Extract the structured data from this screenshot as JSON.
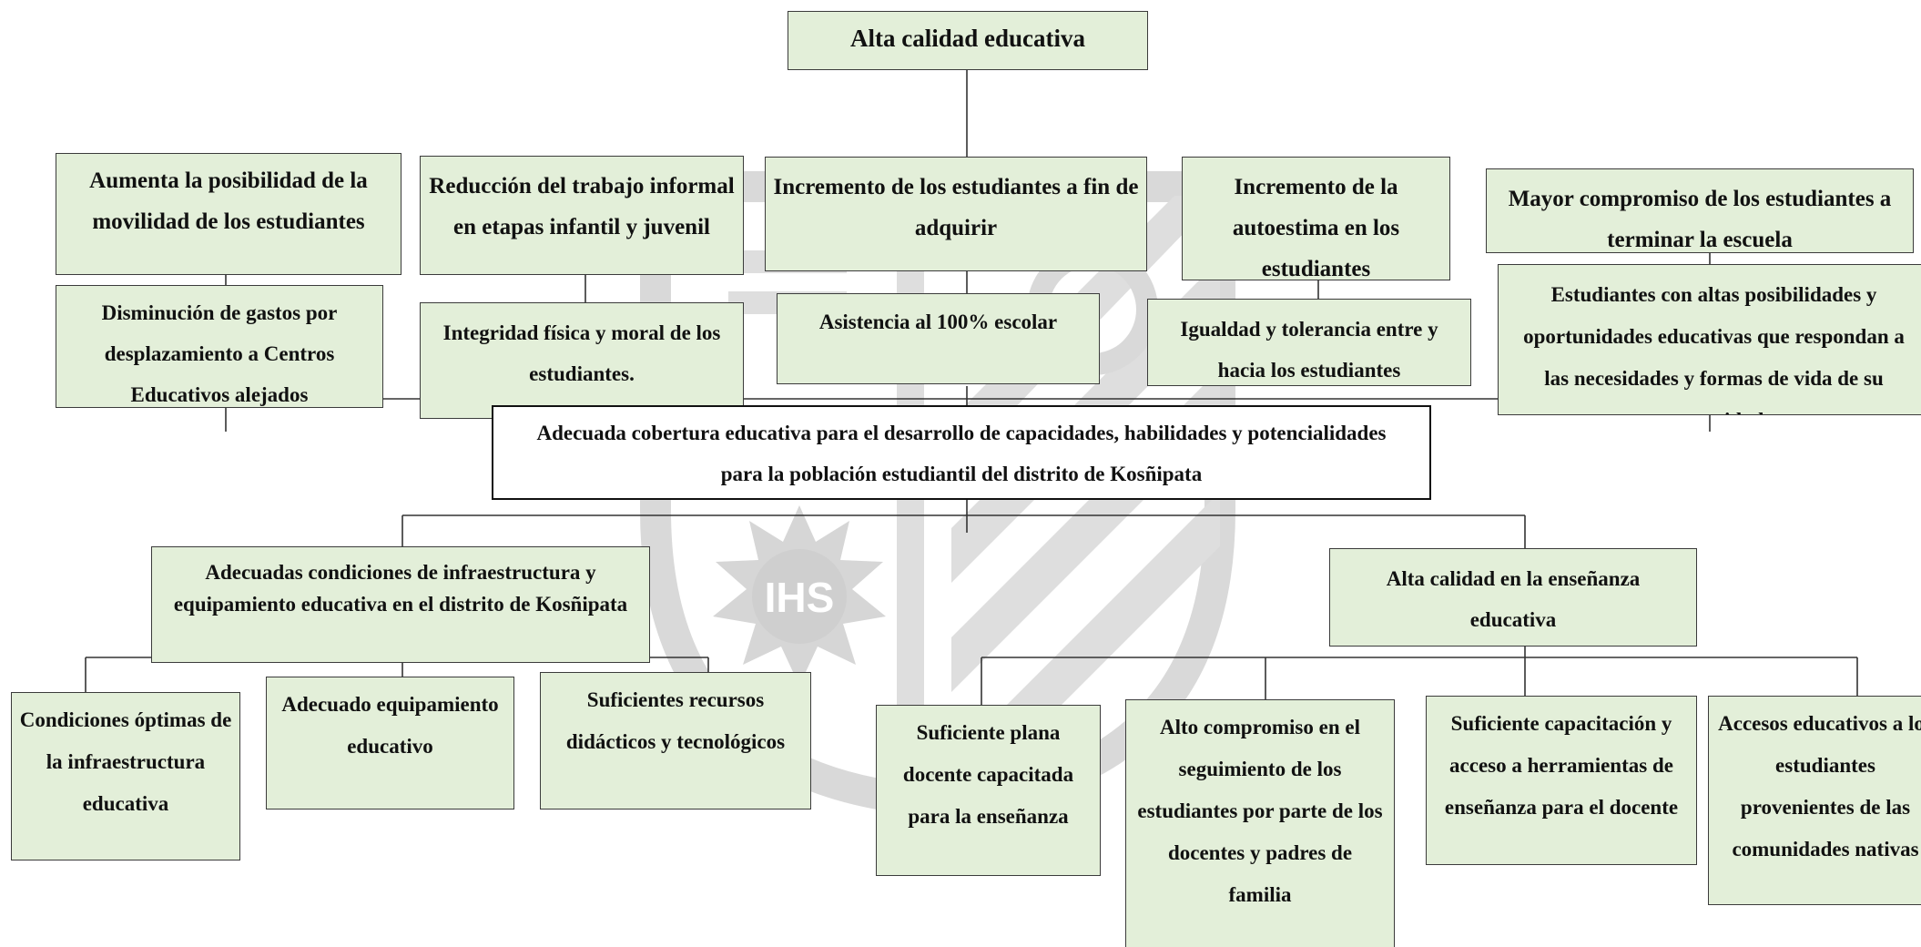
{
  "goal": "Alta calidad educativa",
  "indirect_effects": [
    "Aumenta la posibilidad de la movilidad de los estudiantes",
    "Reducción del trabajo informal en etapas infantil y juvenil",
    "Incremento de los estudiantes a fin de adquirir",
    "Incremento de la autoestima en los estudiantes",
    "Mayor compromiso de los estudiantes a terminar la escuela"
  ],
  "direct_effects": [
    "Disminución de gastos por desplazamiento a Centros Educativos alejados",
    "Integridad física y moral de los estudiantes.",
    "Asistencia al 100% escolar",
    "Igualdad y tolerancia entre y hacia los estudiantes",
    "Estudiantes con altas posibilidades y oportunidades educativas que respondan a las necesidades y formas de vida de su comunidad"
  ],
  "central_objective": "Adecuada cobertura educativa para el desarrollo de capacidades, habilidades y potencialidades para la población estudiantil del distrito de Kosñipata",
  "means": [
    {
      "label": "Adecuadas condiciones de infraestructura y equipamiento educativa en el distrito de Kosñipata",
      "children": [
        "Condiciones óptimas de la infraestructura educativa",
        "Adecuado equipamiento educativo",
        "Suficientes recursos didácticos y tecnológicos"
      ]
    },
    {
      "label": "Alta calidad en la enseñanza educativa",
      "children": [
        "Suficiente plana docente capacitada para la enseñanza",
        "Alto compromiso en el seguimiento de los estudiantes por parte de los docentes y padres de familia",
        "Suficiente capacitación y acceso a herramientas de enseñanza para el docente",
        "Accesos educativos a los estudiantes provenientes de las comunidades nativas"
      ]
    }
  ],
  "watermark_text": "IHS",
  "colors": {
    "box_fill": "#e3efd9",
    "border": "#3b3b3b",
    "line": "#333333",
    "watermark": "#d7d7d7"
  }
}
